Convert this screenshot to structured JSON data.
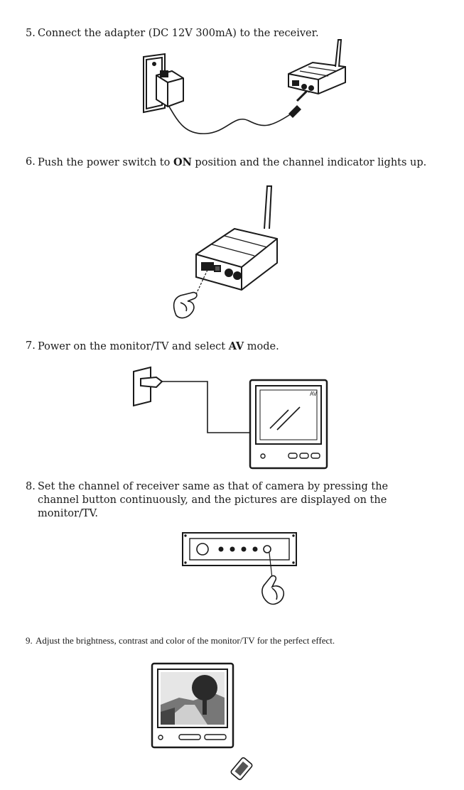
{
  "steps": [
    {
      "number": "5.",
      "text_parts": [
        "Connect the adapter (DC 12V 300mA) to the receiver."
      ],
      "figure": "adapter-to-receiver-figure"
    },
    {
      "number": "6.",
      "text_parts": [
        "Push the power switch to ",
        "ON",
        " position and the channel indicator lights up."
      ],
      "figure": "power-switch-figure"
    },
    {
      "number": "7.",
      "text_parts": [
        "Power on the monitor/TV and select ",
        "AV",
        " mode."
      ],
      "figure": "monitor-power-figure",
      "screen_label": "AV"
    },
    {
      "number": "8.",
      "text_parts": [
        "Set the channel of receiver same as that of camera by pressing the channel button continuously, and the pictures are displayed on the monitor/TV."
      ],
      "figure": "channel-button-figure"
    },
    {
      "number": "9.",
      "text_parts": [
        "Adjust the brightness, contrast and color of the monitor/TV for the perfect effect."
      ],
      "figure": "adjust-monitor-figure"
    }
  ],
  "icons": [
    "wall-outlet-icon",
    "power-adapter-icon",
    "receiver-icon",
    "antenna-icon",
    "hand-pointer-icon",
    "monitor-icon",
    "remote-control-icon"
  ],
  "colors": {
    "ink": "#1a1a1a",
    "screen_sky": "#e6e6e6",
    "tree": "#2a2a2a"
  }
}
